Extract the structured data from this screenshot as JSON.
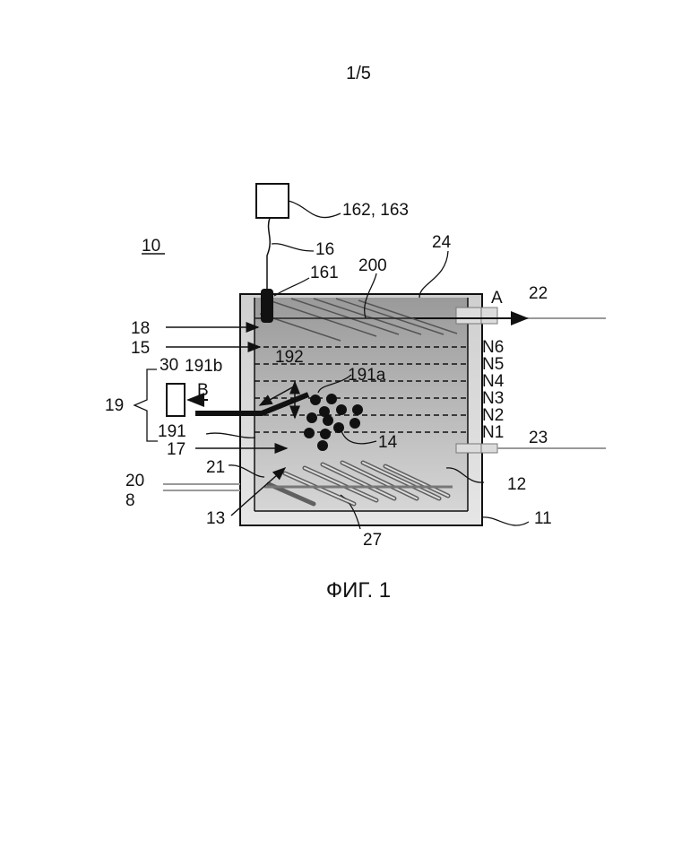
{
  "page_number": "1/5",
  "figure_caption": "ФИГ. 1",
  "labels": {
    "l10": "10",
    "l162": "162, 163",
    "l16": "16",
    "l161": "161",
    "l200": "200",
    "l24": "24",
    "lA": "A",
    "l22": "22",
    "l18": "18",
    "l15": "15",
    "l30": "30",
    "l191b": "191b",
    "l192": "192",
    "l191a": "191a",
    "lB": "B",
    "l19": "19",
    "l191": "191",
    "l17": "17",
    "l14": "14",
    "l23": "23",
    "l21": "21",
    "l20": "20",
    "l8": "8",
    "l13": "13",
    "l12": "12",
    "l11": "11",
    "l27": "27",
    "N6": "N6",
    "N5": "N5",
    "N4": "N4",
    "N3": "N3",
    "N2": "N2",
    "N1": "N1"
  },
  "colors": {
    "liquid_top": "#9a9a9a",
    "liquid_bottom": "#d4d4d4",
    "line": "#111111"
  }
}
